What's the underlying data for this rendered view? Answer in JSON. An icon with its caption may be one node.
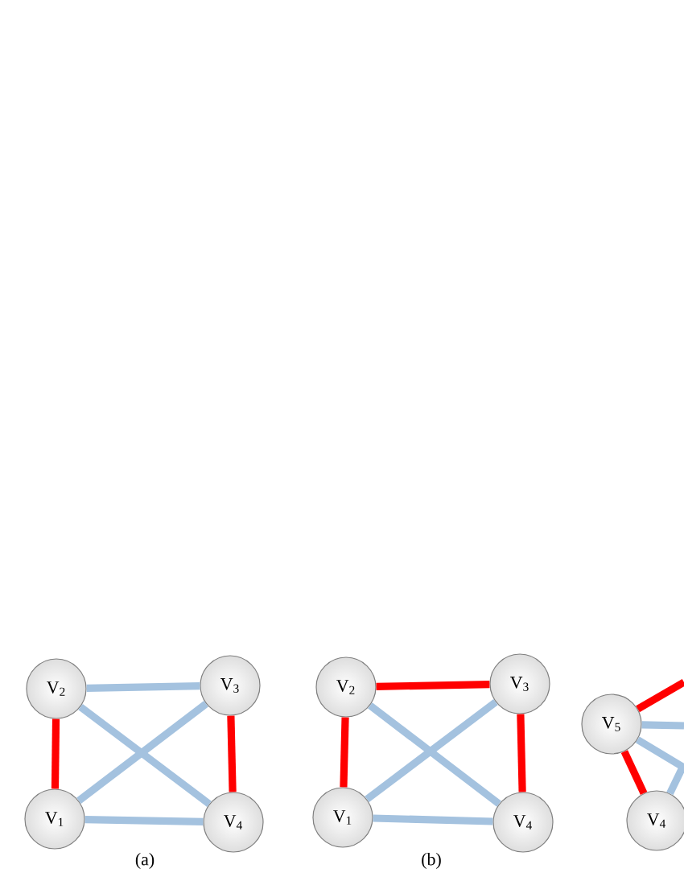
{
  "diagram": {
    "nodes": [
      {
        "text": [
          "V$_{2}$"
        ]
      },
      {
        "text": [
          "V$_{3}$"
        ]
      },
      {
        "text": [
          "V$_{1}$"
        ]
      },
      {
        "text": [
          "V$_{4}$"
        ]
      },
      {
        "text": [
          "V$_{2}$"
        ]
      },
      {
        "text": [
          "V$_{3}$"
        ]
      },
      {
        "text": [
          "V$_{1}$"
        ]
      },
      {
        "text": [
          "V$_{4}$"
        ]
      },
      {
        "text": [
          "V$_{5}$"
        ]
      },
      {
        "text": [
          "V$_{4}$"
        ]
      }
    ],
    "edges": [
      {
        "from": 0,
        "to": 2,
        "arrow": "none",
        "color": "#ff0000"
      },
      {
        "from": 1,
        "to": 3,
        "arrow": "none",
        "color": "#ff0000"
      },
      {
        "from": 0,
        "to": 1,
        "arrow": "none"
      },
      {
        "from": 2,
        "to": 3,
        "arrow": "none"
      },
      {
        "from": 0,
        "to": 3,
        "arrow": "none"
      },
      {
        "from": 2,
        "to": 1,
        "arrow": "none"
      },
      {
        "from": 4,
        "to": 6,
        "arrow": "none",
        "color": "#ff0000"
      },
      {
        "from": 4,
        "to": 5,
        "arrow": "none",
        "color": "#ff0000"
      },
      {
        "from": 5,
        "to": 7,
        "arrow": "none",
        "color": "#ff0000"
      },
      {
        "from": 6,
        "to": 5,
        "arrow": "none"
      },
      {
        "from": 4,
        "to": 7,
        "arrow": "none"
      },
      {
        "from": 6,
        "to": 7,
        "arrow": "none"
      },
      {
        "from": 8,
        "to": 9,
        "arrow": "none",
        "color": "#ff0000"
      },
      {
        "from": 8,
        "to": null,
        "arrow": "none",
        "color": "#ff0000"
      },
      {
        "from": 8,
        "to": null,
        "arrow": "none"
      },
      {
        "from": 8,
        "to": null,
        "arrow": "none"
      },
      {
        "from": 9,
        "to": null,
        "arrow": "none"
      }
    ],
    "labels": [
      "(a)",
      "(b)"
    ]
  }
}
